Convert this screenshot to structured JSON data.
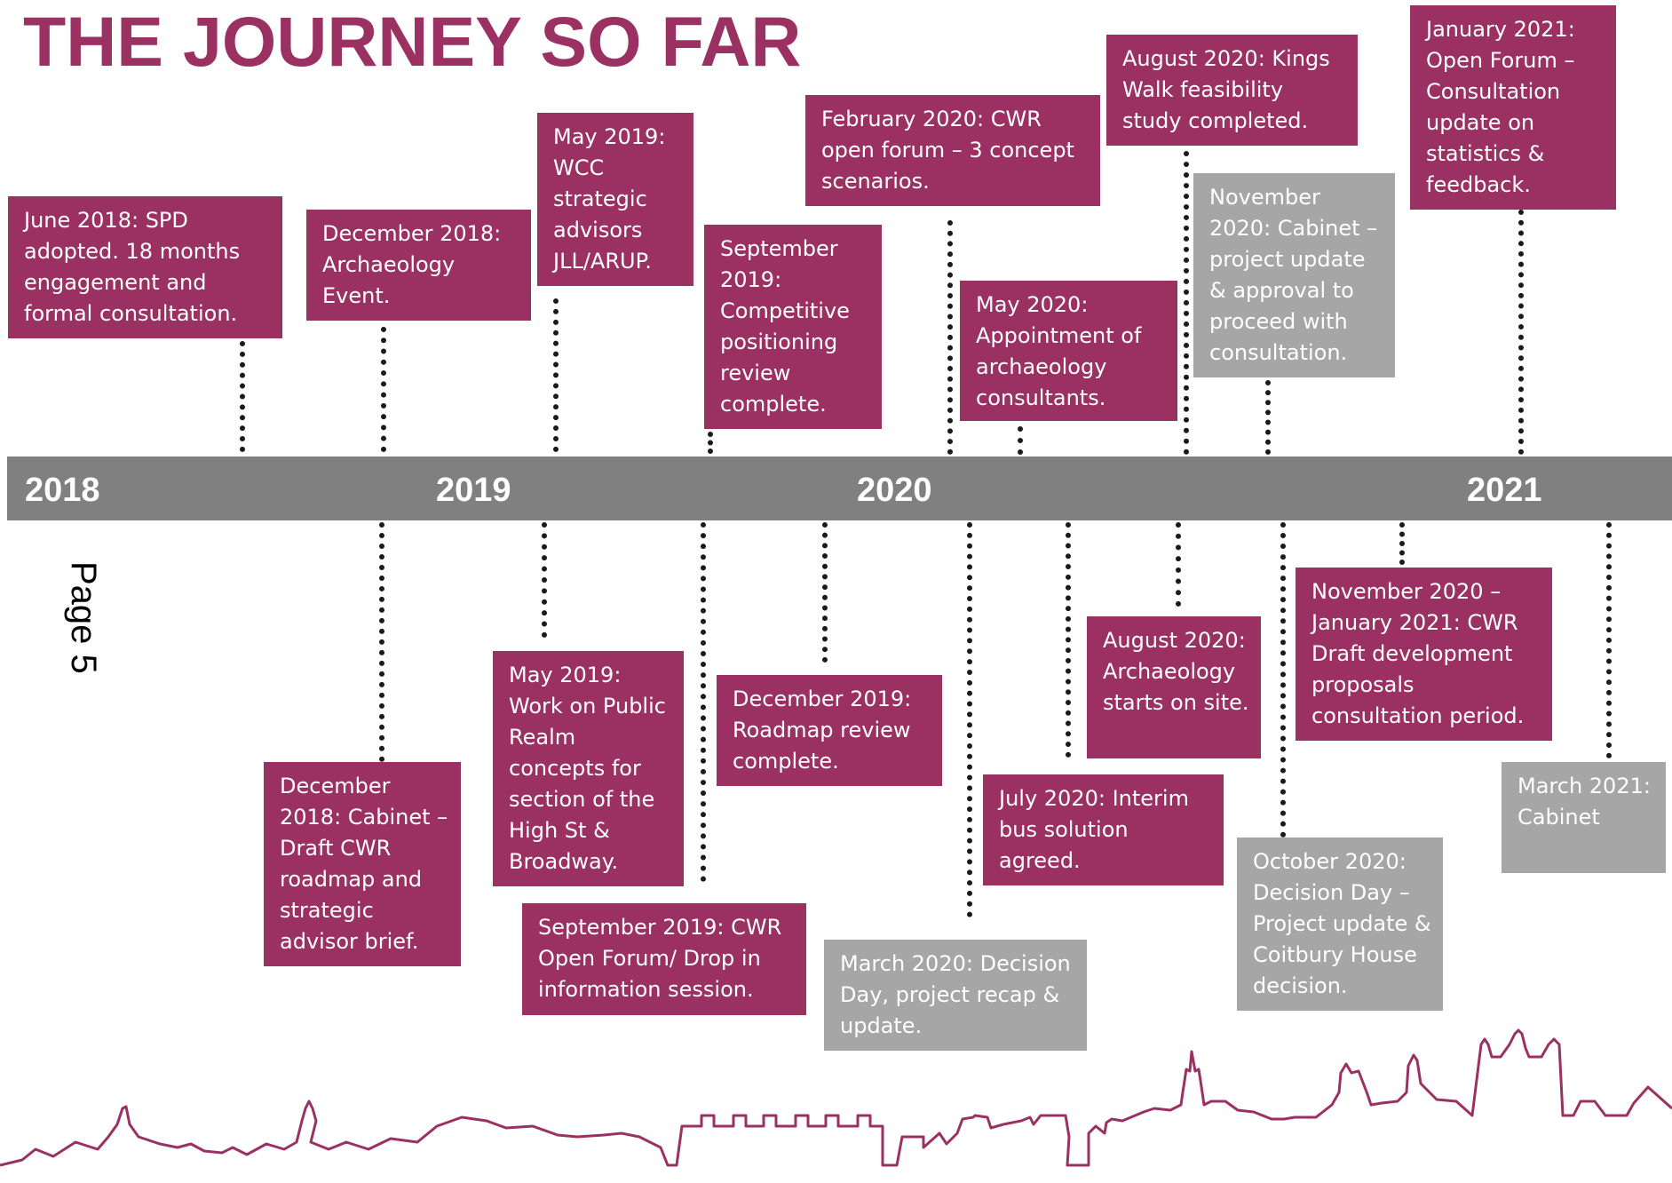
{
  "page": {
    "title": "THE JOURNEY SO FAR",
    "page_number": "Page 5"
  },
  "colors": {
    "accent": "#9b3063",
    "grey_box": "#a6a6a6",
    "timeline_bar": "#808080",
    "year_text": "#ffffff",
    "connector": "#1a1a1a"
  },
  "timeline": {
    "years": [
      "2018",
      "2019",
      "2020",
      "2021"
    ]
  },
  "events_above": [
    {
      "text": "June 2018: SPD adopted. 18 months engagement and formal consultation.",
      "style": "accent"
    },
    {
      "text": "December 2018: Archaeology Event.",
      "style": "accent"
    },
    {
      "text": "May 2019: WCC strategic advisors JLL/ARUP.",
      "style": "accent"
    },
    {
      "text": "September 2019: Competitive positioning review complete.",
      "style": "accent"
    },
    {
      "text": "February 2020: CWR open forum – 3 concept scenarios.",
      "style": "accent"
    },
    {
      "text": "May 2020: Appointment of archaeology consultants.",
      "style": "accent"
    },
    {
      "text": "August 2020: Kings Walk feasibility study completed.",
      "style": "accent"
    },
    {
      "text": "November 2020: Cabinet – project update & approval to proceed with consultation.",
      "style": "grey"
    },
    {
      "text": "January 2021: Open Forum – Consultation update on statistics & feedback.",
      "style": "accent"
    }
  ],
  "events_below": [
    {
      "text": "December 2018: Cabinet – Draft CWR roadmap and strategic advisor brief.",
      "style": "accent"
    },
    {
      "text": "May 2019: Work on Public Realm concepts for section of the High St & Broadway.",
      "style": "accent"
    },
    {
      "text": "September 2019: CWR Open Forum/ Drop in information session.",
      "style": "accent"
    },
    {
      "text": "December 2019: Roadmap review complete.",
      "style": "accent"
    },
    {
      "text": "March 2020: Decision Day, project recap & update.",
      "style": "grey"
    },
    {
      "text": "July 2020: Interim bus solution agreed.",
      "style": "accent"
    },
    {
      "text": "August 2020: Archaeology starts on site.",
      "style": "accent"
    },
    {
      "text": "October 2020: Decision Day – Project update & Coitbury House decision.",
      "style": "grey"
    },
    {
      "text": "November 2020 – January 2021: CWR Draft development proposals consultation period.",
      "style": "accent"
    },
    {
      "text": "March 2021: Cabinet",
      "style": "grey"
    }
  ]
}
